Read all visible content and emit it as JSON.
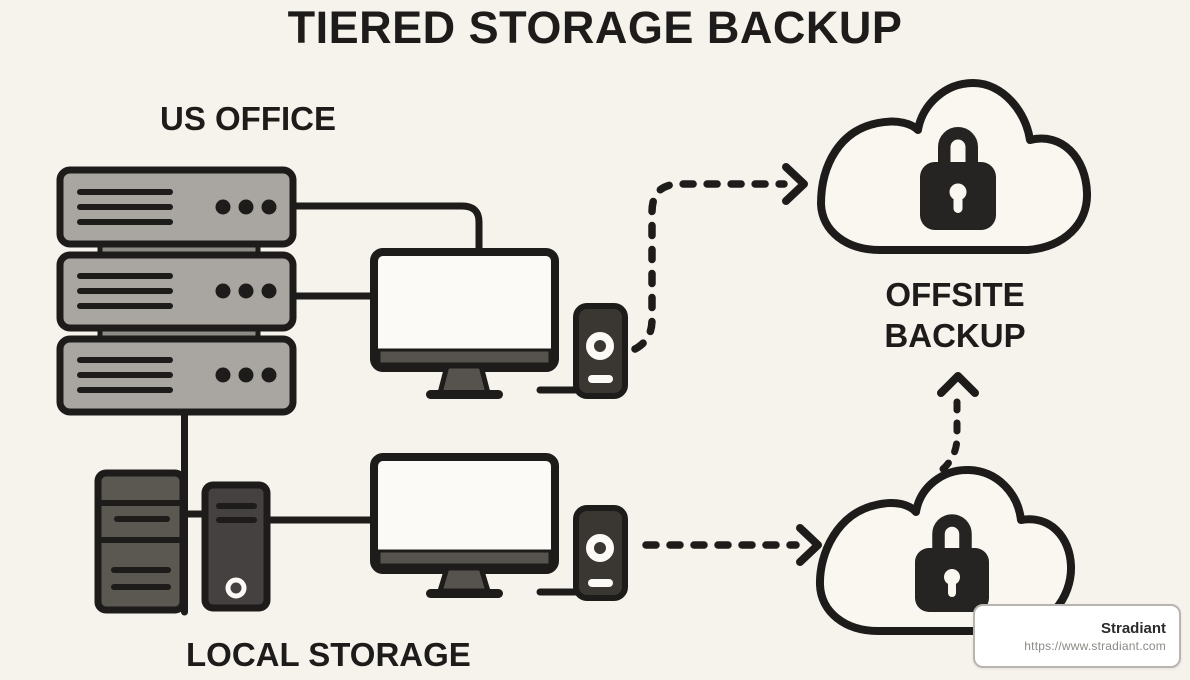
{
  "diagram": {
    "title": "TIERED STORAGE BACKUP",
    "us_office": {
      "label": "US OFFICE",
      "icons": [
        "server-rack-stack",
        "desktop-monitor",
        "backup-drive"
      ]
    },
    "local_storage": {
      "label": "LOCAL STORAGE",
      "icons": [
        "storage-tower",
        "desktop-tower",
        "desktop-monitor",
        "backup-drive"
      ]
    },
    "offsite": {
      "label": "OFFSITE BACKUP",
      "icon": "secure-cloud-lock"
    },
    "local_cloud": {
      "icon": "secure-cloud-lock"
    },
    "arrows": [
      {
        "from": "us-office-backup-drive",
        "to": "offsite-cloud",
        "style": "dashed"
      },
      {
        "from": "local-backup-drive",
        "to": "local-cloud",
        "style": "dashed"
      },
      {
        "from": "local-cloud",
        "to": "offsite-backup-label",
        "style": "dashed"
      }
    ],
    "branding": {
      "name": "Stradiant",
      "url": "https://www.stradiant.com"
    },
    "colors": {
      "background": "#f6f2ec",
      "ink": "#1e1c1a",
      "server_gray": "#a9a6a1",
      "connector_gray": "#8e8b86",
      "tower_gray": "#5b5751",
      "tower_dark_gray": "#444140",
      "bezel_gray": "#56534e",
      "device_charcoal": "#3a3732",
      "screen_white": "#fcfaf6",
      "cloud_fill": "#faf7f1",
      "lock_black": "#262422",
      "card_background": "#ffffff",
      "card_border": "#b8b5b0",
      "url_gray": "#8d8a85"
    }
  }
}
